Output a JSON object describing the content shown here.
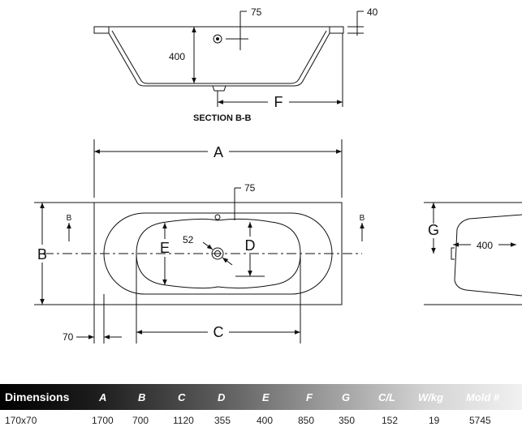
{
  "section_view": {
    "dim_75": "75",
    "dim_40": "40",
    "dim_400": "400",
    "dim_F": "F",
    "caption": "SECTION B-B"
  },
  "plan_view": {
    "dim_A": "A",
    "dim_75": "75",
    "dim_B": "B",
    "dim_E": "E",
    "dim_52": "52",
    "dim_D": "D",
    "dim_70": "70",
    "dim_C": "C",
    "section_mark_left": "B",
    "section_mark_right": "B"
  },
  "end_view": {
    "dim_G": "G",
    "dim_400": "400"
  },
  "table": {
    "headers": [
      "Dimensions",
      "A",
      "B",
      "C",
      "D",
      "E",
      "F",
      "G",
      "C/L",
      "W/kg",
      "Mold #"
    ],
    "row": [
      "170x70",
      "1700",
      "700",
      "1120",
      "355",
      "400",
      "850",
      "350",
      "152",
      "19",
      "5745"
    ]
  }
}
